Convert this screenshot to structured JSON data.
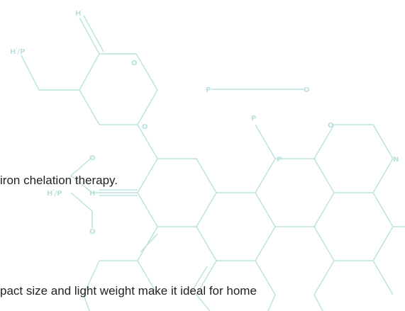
{
  "text": {
    "line_1": "iron chelation therapy.",
    "line_2": "pact size and light weight make it ideal for home"
  },
  "watermark": {
    "color": "#b9e2df",
    "atom_labels": {
      "h_top": "H",
      "h_top_sup": "'",
      "hp_left": "H",
      "hp_left_sup": "'",
      "hp_left_tail": "/P",
      "o_ring": "O",
      "o_bridge": "O",
      "p_mid": "P",
      "o_mid": "O",
      "p_upper": "P",
      "p_hex": "P",
      "o_hex_right": "O",
      "n_edge": "N",
      "o_left_a": "O",
      "hp_lower": "H",
      "hp_lower_sup": "'",
      "hp_lower_tail": "/P",
      "h_lower": "H",
      "o_left_b": "O"
    }
  }
}
